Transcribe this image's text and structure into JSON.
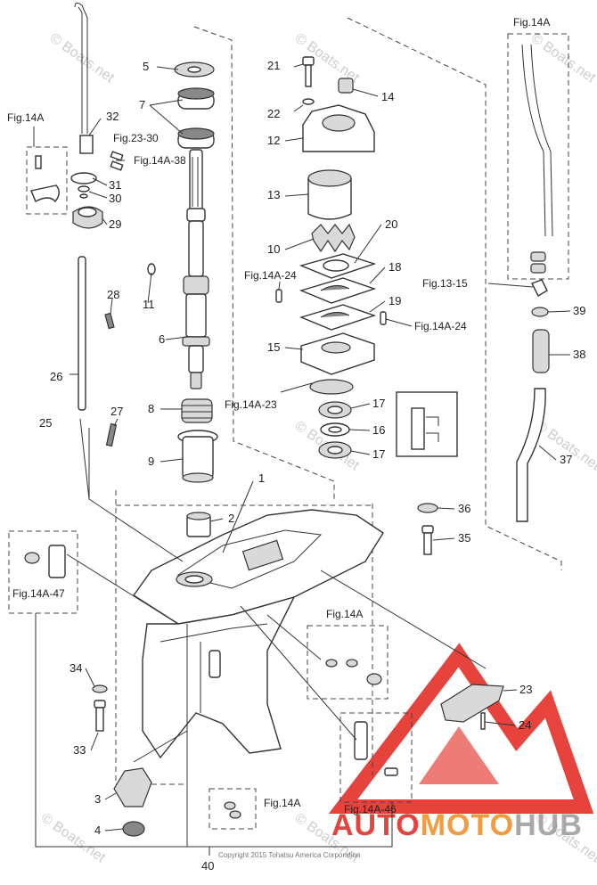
{
  "labels": {
    "p1": "1",
    "p2": "2",
    "p3": "3",
    "p4": "4",
    "p5": "5",
    "p6": "6",
    "p7": "7",
    "p8": "8",
    "p9": "9",
    "p10": "10",
    "p11": "11",
    "p12": "12",
    "p13": "13",
    "p14": "14",
    "p15": "15",
    "p16": "16",
    "p17a": "17",
    "p17b": "17",
    "p18": "18",
    "p19": "19",
    "p20": "20",
    "p21": "21",
    "p22": "22",
    "p23": "23",
    "p24": "24",
    "p25": "25",
    "p26": "26",
    "p27": "27",
    "p28": "28",
    "p29": "29",
    "p30": "30",
    "p31": "31",
    "p32": "32",
    "p33": "33",
    "p34": "34",
    "p35": "35",
    "p36": "36",
    "p37": "37",
    "p38": "38",
    "p39": "39",
    "p40": "40"
  },
  "figrefs": {
    "fig14a_topleft": "Fig.14A",
    "fig23_30": "Fig.23-30",
    "fig14a_38": "Fig.14A-38",
    "fig14a_topright": "Fig.14A",
    "fig14a_24_left": "Fig.14A-24",
    "fig14a_24_right": "Fig.14A-24",
    "fig13_15": "Fig.13-15",
    "fig14a_23": "Fig.14A-23",
    "fig14a_47": "Fig.14A-47",
    "fig14a_mid": "Fig.14A",
    "fig14a_bottom": "Fig.14A",
    "fig14a_46": "Fig.14A-46"
  },
  "watermark": "© Boats.net",
  "copyright": "Copyright 2015 Tohatsu America Corporation",
  "brand": {
    "part1": "AUTO",
    "part2": "MOTO",
    "part3": "HUB",
    "color_red": "#e2231a",
    "color_orange": "#f28a1e",
    "color_gray": "#9b9b9b"
  }
}
